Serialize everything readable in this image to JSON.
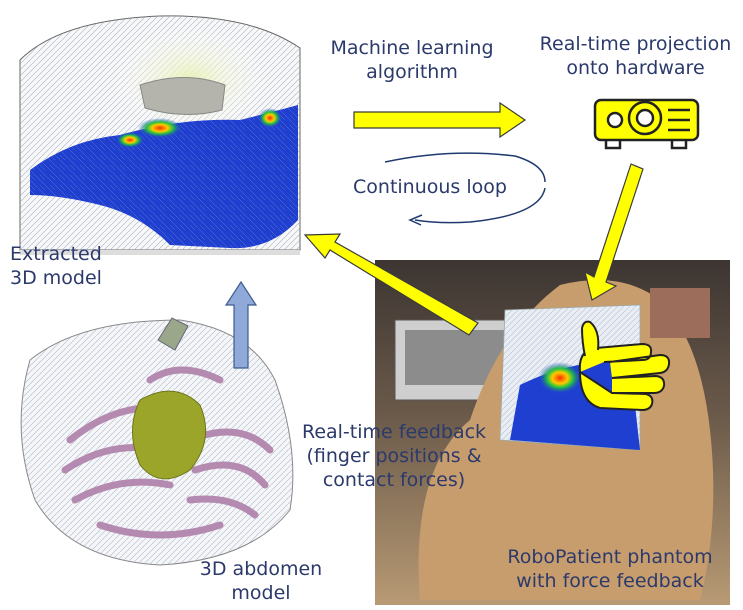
{
  "labels": {
    "ml_line1": "Machine learning",
    "ml_line2": "algorithm",
    "proj_line1": "Real-time projection",
    "proj_line2": "onto hardware",
    "loop": "Continuous loop",
    "extracted_line1": "Extracted",
    "extracted_line2": "3D model",
    "feedback_line1": "Real-time feedback",
    "feedback_line2": "(finger positions &",
    "feedback_line3": "contact forces)",
    "abdomen_line1": "3D abdomen",
    "abdomen_line2": "model",
    "phantom_line1": "RoboPatient phantom",
    "phantom_line2": "with force feedback"
  },
  "colors": {
    "arrow_yellow": "#ffff00",
    "arrow_blue": "#8fa9d8",
    "text": "#2b3a6b",
    "heatmap_blue": "#1f3fd1",
    "organ_purple": "#b48ab0",
    "organ_olive": "#9aa52a"
  },
  "icons": [
    "projector-icon",
    "hand-icon"
  ]
}
